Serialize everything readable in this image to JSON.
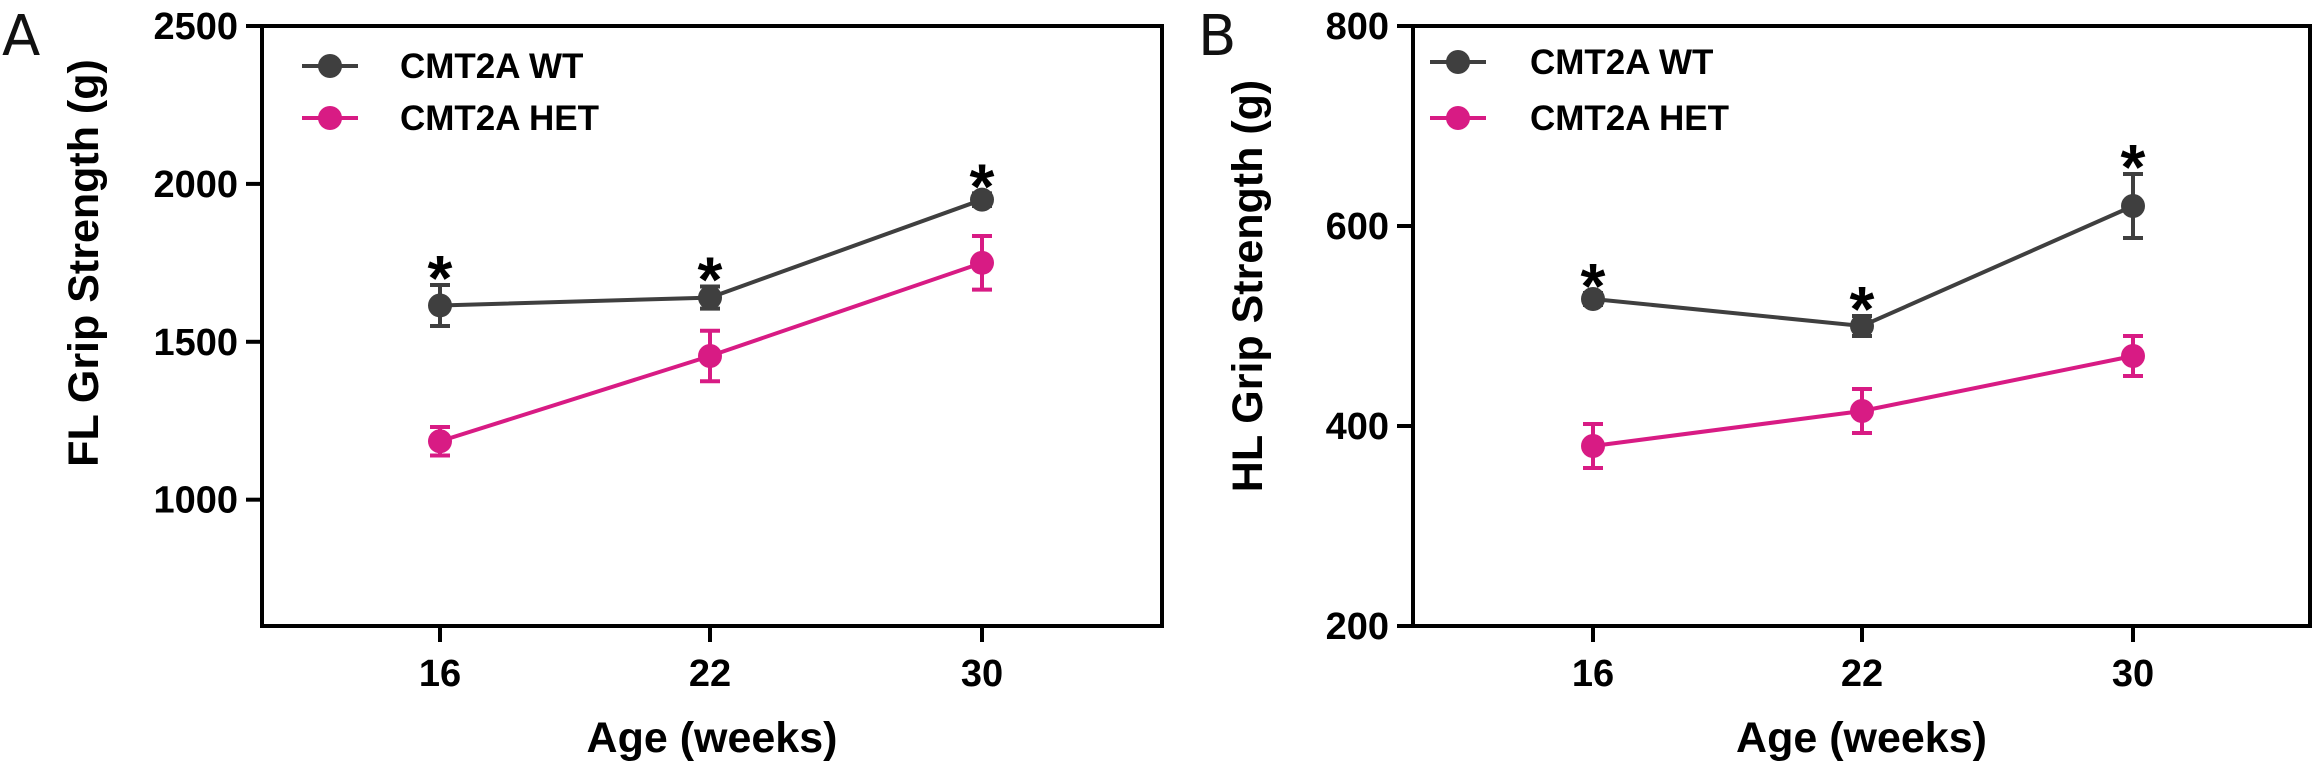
{
  "colors": {
    "wt": "#3f3f3f",
    "het": "#d81b84",
    "axis": "#000000"
  },
  "chart_data": [
    {
      "type": "line",
      "panel_label": "A",
      "xlabel": "Age (weeks)",
      "ylabel": "FL Grip Strength (g)",
      "categories": [
        "16",
        "22",
        "30"
      ],
      "ylim": [
        600,
        2500
      ],
      "yticks": [
        1000,
        1500,
        2000,
        2500
      ],
      "legend_position": "top-left",
      "series": [
        {
          "name": "CMT2A WT",
          "color_key": "wt",
          "values": [
            1615,
            1640,
            1950
          ],
          "errors": [
            65,
            35,
            20
          ]
        },
        {
          "name": "CMT2A HET",
          "color_key": "het",
          "values": [
            1185,
            1455,
            1750
          ],
          "errors": [
            45,
            80,
            85
          ]
        }
      ],
      "annotations": [
        {
          "text": "*",
          "category": "16"
        },
        {
          "text": "*",
          "category": "22"
        },
        {
          "text": "*",
          "category": "30"
        }
      ]
    },
    {
      "type": "line",
      "panel_label": "B",
      "xlabel": "Age (weeks)",
      "ylabel": "HL Grip Strength (g)",
      "categories": [
        "16",
        "22",
        "30"
      ],
      "ylim": [
        200,
        800
      ],
      "yticks": [
        200,
        400,
        600,
        800
      ],
      "legend_position": "top-left",
      "series": [
        {
          "name": "CMT2A WT",
          "color_key": "wt",
          "values": [
            527,
            500,
            620
          ],
          "errors": [
            6,
            10,
            32
          ]
        },
        {
          "name": "CMT2A HET",
          "color_key": "het",
          "values": [
            380,
            415,
            470
          ],
          "errors": [
            22,
            22,
            20
          ]
        }
      ],
      "annotations": [
        {
          "text": "*",
          "category": "16"
        },
        {
          "text": "*",
          "category": "22"
        },
        {
          "text": "*",
          "category": "30"
        }
      ]
    }
  ]
}
